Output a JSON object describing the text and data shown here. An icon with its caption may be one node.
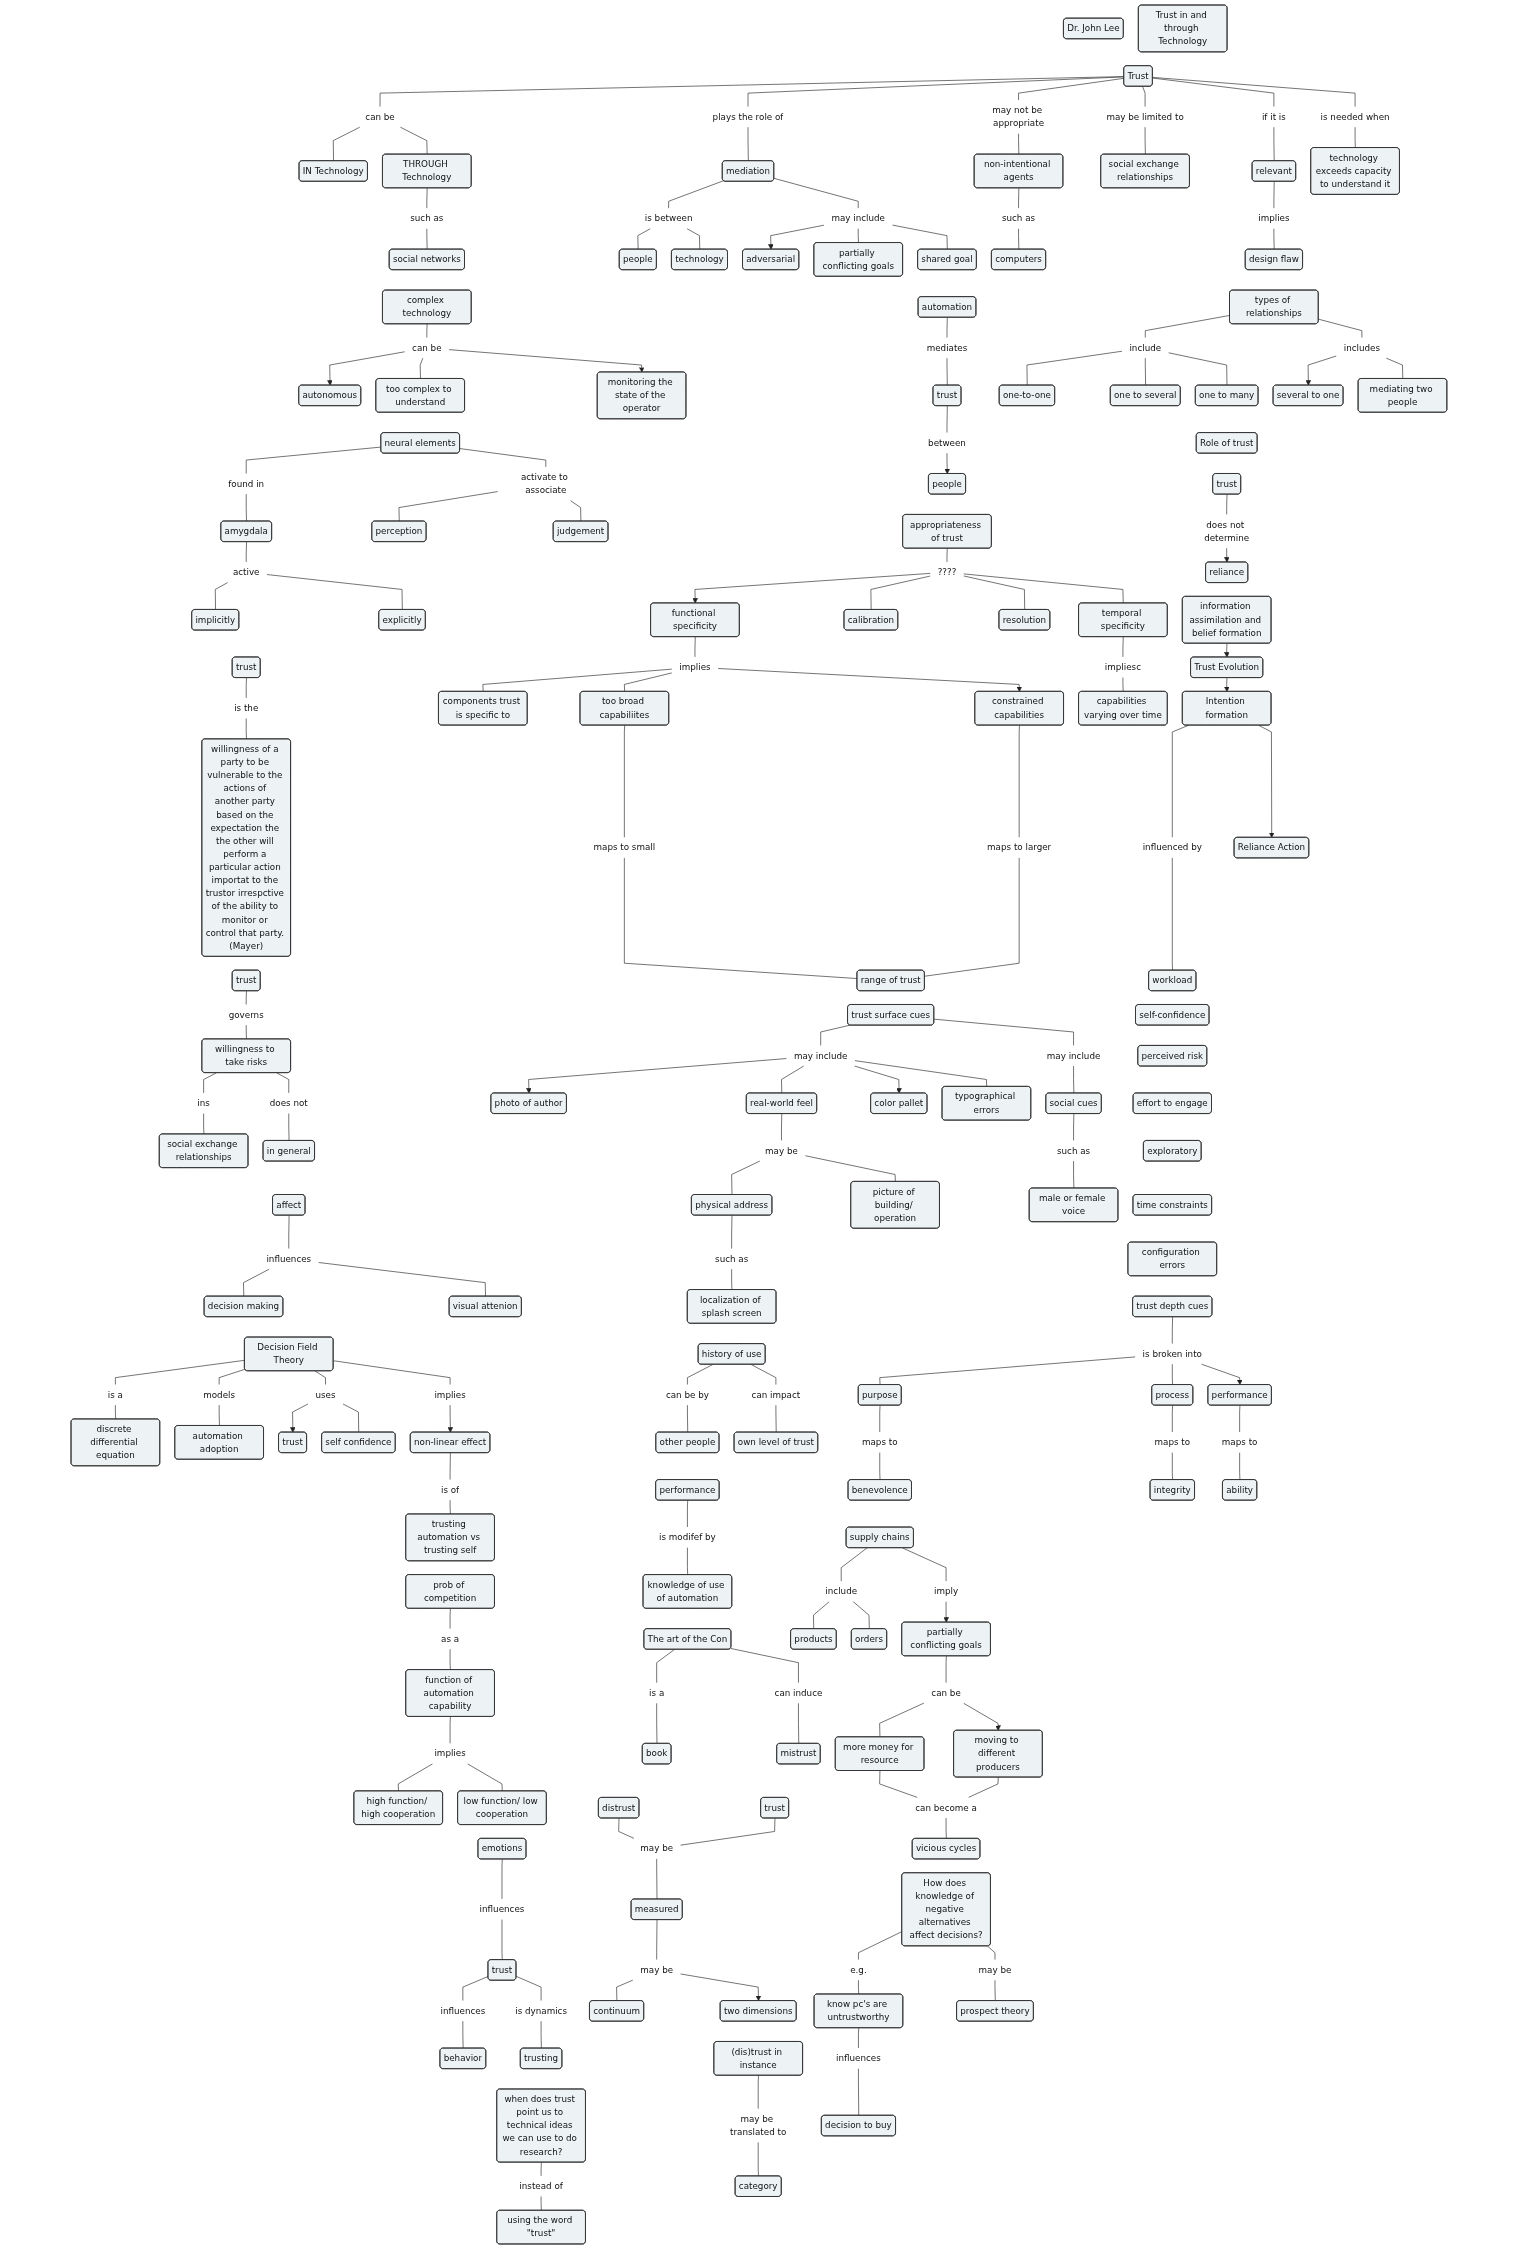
{
  "diagram": {
    "nodes": [
      {
        "text": [
          "Dr. John Lee"
        ]
      },
      {
        "text": [
          "Trust in and through Technology"
        ]
      },
      {
        "text": [
          "Trust"
        ]
      },
      {
        "text": [
          "can be"
        ]
      },
      {
        "text": [
          "plays the role of"
        ]
      },
      {
        "text": [
          "may not be appropriate"
        ]
      },
      {
        "text": [
          "may be limited to"
        ]
      },
      {
        "text": [
          "if it is"
        ]
      },
      {
        "text": [
          "is needed when"
        ]
      },
      {
        "text": [
          "IN Technology"
        ]
      },
      {
        "text": [
          "THROUGH Technology"
        ]
      },
      {
        "text": [
          "mediation"
        ]
      },
      {
        "text": [
          "non-intentional agents"
        ]
      },
      {
        "text": [
          "social exchange relationships"
        ]
      },
      {
        "text": [
          "relevant"
        ]
      },
      {
        "text": [
          "technology exceeds capacity to understand it"
        ]
      },
      {
        "text": [
          "such as"
        ]
      },
      {
        "text": [
          "is between"
        ]
      },
      {
        "text": [
          "may include"
        ]
      },
      {
        "text": [
          "such as"
        ]
      },
      {
        "text": [
          "implies"
        ]
      },
      {
        "text": [
          "social networks"
        ]
      },
      {
        "text": [
          "people"
        ]
      },
      {
        "text": [
          "technology"
        ]
      },
      {
        "text": [
          "adversarial"
        ]
      },
      {
        "text": [
          "partially conflicting goals"
        ]
      },
      {
        "text": [
          "shared goal"
        ]
      },
      {
        "text": [
          "computers"
        ]
      },
      {
        "text": [
          "design flaw"
        ]
      },
      {
        "text": [
          "complex technology"
        ]
      },
      {
        "text": [
          "can be"
        ]
      },
      {
        "text": [
          "autonomous"
        ]
      },
      {
        "text": [
          "too complex to understand"
        ]
      },
      {
        "text": [
          "monitoring the state of the operator"
        ]
      },
      {
        "text": [
          "automation"
        ]
      },
      {
        "text": [
          "mediates"
        ]
      },
      {
        "text": [
          "trust"
        ]
      },
      {
        "text": [
          "between"
        ]
      },
      {
        "text": [
          "people"
        ]
      },
      {
        "text": [
          "types of relationships"
        ]
      },
      {
        "text": [
          "include"
        ]
      },
      {
        "text": [
          "includes"
        ]
      },
      {
        "text": [
          "one-to-one"
        ]
      },
      {
        "text": [
          "one to several"
        ]
      },
      {
        "text": [
          "one to many"
        ]
      },
      {
        "text": [
          "several to one"
        ]
      },
      {
        "text": [
          "mediating two people"
        ]
      },
      {
        "text": [
          "trust"
        ]
      },
      {
        "text": [
          "is the"
        ]
      },
      {
        "text": [
          "willingness of a party to be vulnerable to the actions of another party based on the expectation the the other will perform a particular action importat to the trustor irrespctive of the ability to monitor or control that party. (Mayer)"
        ]
      },
      {
        "text": [
          "Role of trust"
        ]
      },
      {
        "text": [
          "trust"
        ]
      },
      {
        "text": [
          "does not determine"
        ]
      },
      {
        "text": [
          "reliance"
        ]
      },
      {
        "text": [
          "information assimilation and belief formation"
        ]
      },
      {
        "text": [
          "Trust Evolution"
        ]
      },
      {
        "text": [
          "Intention formation"
        ]
      },
      {
        "text": [
          "Reliance Action"
        ]
      },
      {
        "text": [
          "influenced by"
        ]
      },
      {
        "text": [
          "workload"
        ]
      },
      {
        "text": [
          "self-confidence"
        ]
      },
      {
        "text": [
          "perceived risk"
        ]
      },
      {
        "text": [
          "effort to engage"
        ]
      },
      {
        "text": [
          "exploratory"
        ]
      },
      {
        "text": [
          "time constraints"
        ]
      },
      {
        "text": [
          "configuration errors"
        ]
      },
      {
        "text": [
          "neural elements"
        ]
      },
      {
        "text": [
          "found in"
        ]
      },
      {
        "text": [
          "activate to associate"
        ]
      },
      {
        "text": [
          "amygdala"
        ]
      },
      {
        "text": [
          "perception"
        ]
      },
      {
        "text": [
          "judgement"
        ]
      },
      {
        "text": [
          "active"
        ]
      },
      {
        "text": [
          "implicitly"
        ]
      },
      {
        "text": [
          "explicitly"
        ]
      },
      {
        "text": [
          "appropriateness of trust"
        ]
      },
      {
        "text": [
          "????"
        ]
      },
      {
        "text": [
          "functional specificity"
        ]
      },
      {
        "text": [
          "calibration"
        ]
      },
      {
        "text": [
          "resolution"
        ]
      },
      {
        "text": [
          "temporal specificity"
        ]
      },
      {
        "text": [
          "implies"
        ]
      },
      {
        "text": [
          "impliesc"
        ]
      },
      {
        "text": [
          "components trust is specific to"
        ]
      },
      {
        "text": [
          "too broad capabiliites"
        ]
      },
      {
        "text": [
          "constrained capabilities"
        ]
      },
      {
        "text": [
          "capabilities varying over time"
        ]
      },
      {
        "text": [
          "maps to small"
        ]
      },
      {
        "text": [
          "maps to larger"
        ]
      },
      {
        "text": [
          "range of trust"
        ]
      },
      {
        "text": [
          "trust depth cues"
        ]
      },
      {
        "text": [
          "is broken into"
        ]
      },
      {
        "text": [
          "purpose"
        ]
      },
      {
        "text": [
          "process"
        ]
      },
      {
        "text": [
          "performance"
        ]
      },
      {
        "text": [
          "maps to"
        ]
      },
      {
        "text": [
          "maps to"
        ]
      },
      {
        "text": [
          "maps to"
        ]
      },
      {
        "text": [
          "benevolence"
        ]
      },
      {
        "text": [
          "integrity"
        ]
      },
      {
        "text": [
          "ability"
        ]
      },
      {
        "text": [
          "trust"
        ]
      },
      {
        "text": [
          "governs"
        ]
      },
      {
        "text": [
          "willingness to take risks"
        ]
      },
      {
        "text": [
          "ins"
        ]
      },
      {
        "text": [
          "does not"
        ]
      },
      {
        "text": [
          "social exchange relationships"
        ]
      },
      {
        "text": [
          "in general"
        ]
      },
      {
        "text": [
          "affect"
        ]
      },
      {
        "text": [
          "influences"
        ]
      },
      {
        "text": [
          "decision making"
        ]
      },
      {
        "text": [
          "visual attenion"
        ]
      },
      {
        "text": [
          "trust surface cues"
        ]
      },
      {
        "text": [
          "may include"
        ]
      },
      {
        "text": [
          "may include"
        ]
      },
      {
        "text": [
          "photo of author"
        ]
      },
      {
        "text": [
          "real-world feel"
        ]
      },
      {
        "text": [
          "color pallet"
        ]
      },
      {
        "text": [
          "typographical errors"
        ]
      },
      {
        "text": [
          "social cues"
        ]
      },
      {
        "text": [
          "may be"
        ]
      },
      {
        "text": [
          "such as"
        ]
      },
      {
        "text": [
          "physical address"
        ]
      },
      {
        "text": [
          "picture of building/ operation"
        ]
      },
      {
        "text": [
          "male or female voice"
        ]
      },
      {
        "text": [
          "such as"
        ]
      },
      {
        "text": [
          "localization of splash screen"
        ]
      },
      {
        "text": [
          "Decision Field Theory"
        ]
      },
      {
        "text": [
          "is a"
        ]
      },
      {
        "text": [
          "models"
        ]
      },
      {
        "text": [
          "uses"
        ]
      },
      {
        "text": [
          "implies"
        ]
      },
      {
        "text": [
          "discrete differential equation"
        ]
      },
      {
        "text": [
          "automation adoption"
        ]
      },
      {
        "text": [
          "trust"
        ]
      },
      {
        "text": [
          "self confidence"
        ]
      },
      {
        "text": [
          "non-linear effect"
        ]
      },
      {
        "text": [
          "is of"
        ]
      },
      {
        "text": [
          "trusting automation vs trusting self"
        ]
      },
      {
        "text": [
          "supply chains"
        ]
      },
      {
        "text": [
          "include"
        ]
      },
      {
        "text": [
          "imply"
        ]
      },
      {
        "text": [
          "products"
        ]
      },
      {
        "text": [
          "orders"
        ]
      },
      {
        "text": [
          "partially conflicting goals"
        ]
      },
      {
        "text": [
          "can be"
        ]
      },
      {
        "text": [
          "more money for resource"
        ]
      },
      {
        "text": [
          "moving to different producers"
        ]
      },
      {
        "text": [
          "can become a"
        ]
      },
      {
        "text": [
          "vicious cycles"
        ]
      },
      {
        "text": [
          "prob of competition"
        ]
      },
      {
        "text": [
          "as a"
        ]
      },
      {
        "text": [
          "function of automation capability"
        ]
      },
      {
        "text": [
          "implies"
        ]
      },
      {
        "text": [
          "high function/ high cooperation"
        ]
      },
      {
        "text": [
          "low function/ low cooperation"
        ]
      },
      {
        "text": [
          "history of use"
        ]
      },
      {
        "text": [
          "can be by"
        ]
      },
      {
        "text": [
          "can impact"
        ]
      },
      {
        "text": [
          "other people"
        ]
      },
      {
        "text": [
          "own level of trust"
        ]
      },
      {
        "text": [
          "performance"
        ]
      },
      {
        "text": [
          "is modifef by"
        ]
      },
      {
        "text": [
          "knowledge of use of automation"
        ]
      },
      {
        "text": [
          "How does knowledge of negative alternatives affect decisions?"
        ]
      },
      {
        "text": [
          "e.g."
        ]
      },
      {
        "text": [
          "may be"
        ]
      },
      {
        "text": [
          "know pc's are untrustworthy"
        ]
      },
      {
        "text": [
          "prospect theory"
        ]
      },
      {
        "text": [
          "influences"
        ]
      },
      {
        "text": [
          "decision to buy"
        ]
      },
      {
        "text": [
          "The art of the Con"
        ]
      },
      {
        "text": [
          "is a"
        ]
      },
      {
        "text": [
          "can induce"
        ]
      },
      {
        "text": [
          "book"
        ]
      },
      {
        "text": [
          "mistrust"
        ]
      },
      {
        "text": [
          "emotions"
        ]
      },
      {
        "text": [
          "influences"
        ]
      },
      {
        "text": [
          "trust"
        ]
      },
      {
        "text": [
          "influences"
        ]
      },
      {
        "text": [
          "is dynamics"
        ]
      },
      {
        "text": [
          "behavior"
        ]
      },
      {
        "text": [
          "trusting"
        ]
      },
      {
        "text": [
          "when does trust point us to technical ideas we can use to do research?"
        ]
      },
      {
        "text": [
          "instead of"
        ]
      },
      {
        "text": [
          "using the word \"trust\""
        ]
      },
      {
        "text": [
          "distrust"
        ]
      },
      {
        "text": [
          "trust"
        ]
      },
      {
        "text": [
          "may be"
        ]
      },
      {
        "text": [
          "measured"
        ]
      },
      {
        "text": [
          "may be"
        ]
      },
      {
        "text": [
          "continuum"
        ]
      },
      {
        "text": [
          "two dimensions"
        ]
      },
      {
        "text": [
          "(dis)trust in instance"
        ]
      },
      {
        "text": [
          "may be translated to"
        ]
      },
      {
        "text": [
          "category"
        ]
      }
    ],
    "edges": [
      {
        "from": 2,
        "to": 3,
        "arrow": "none"
      },
      {
        "from": 3,
        "to": 9,
        "arrow": "none"
      },
      {
        "from": 3,
        "to": 10,
        "arrow": "none"
      },
      {
        "from": 2,
        "to": 4,
        "arrow": "none"
      },
      {
        "from": 4,
        "to": 11,
        "arrow": "none"
      },
      {
        "from": 2,
        "to": 5,
        "arrow": "none"
      },
      {
        "from": 5,
        "to": 12,
        "arrow": "none"
      },
      {
        "from": 2,
        "to": 6,
        "arrow": "none"
      },
      {
        "from": 6,
        "to": 13,
        "arrow": "none"
      },
      {
        "from": 2,
        "to": 7,
        "arrow": "none"
      },
      {
        "from": 7,
        "to": 14,
        "arrow": "none"
      },
      {
        "from": 2,
        "to": 8,
        "arrow": "none"
      },
      {
        "from": 8,
        "to": 15,
        "arrow": "none"
      },
      {
        "from": 10,
        "to": 16,
        "arrow": "none"
      },
      {
        "from": 16,
        "to": 21,
        "arrow": "none"
      },
      {
        "from": 11,
        "to": 17,
        "arrow": "none"
      },
      {
        "from": 17,
        "to": 22,
        "arrow": "none"
      },
      {
        "from": 17,
        "to": 23,
        "arrow": "none"
      },
      {
        "from": 11,
        "to": 18,
        "arrow": "none"
      },
      {
        "from": 18,
        "to": 24,
        "arrow": "to"
      },
      {
        "from": 18,
        "to": 25,
        "arrow": "none"
      },
      {
        "from": 18,
        "to": 26,
        "arrow": "none"
      },
      {
        "from": 12,
        "to": 19,
        "arrow": "none"
      },
      {
        "from": 19,
        "to": 27,
        "arrow": "none"
      },
      {
        "from": 14,
        "to": 20,
        "arrow": "none"
      },
      {
        "from": 20,
        "to": 28,
        "arrow": "none"
      },
      {
        "from": 29,
        "to": 30,
        "arrow": "none"
      },
      {
        "from": 30,
        "to": 31,
        "arrow": "to"
      },
      {
        "from": 30,
        "to": 32,
        "arrow": "none"
      },
      {
        "from": 30,
        "to": 33,
        "arrow": "to"
      },
      {
        "from": 34,
        "to": 35,
        "arrow": "none"
      },
      {
        "from": 35,
        "to": 36,
        "arrow": "none"
      },
      {
        "from": 36,
        "to": 37,
        "arrow": "none"
      },
      {
        "from": 37,
        "to": 38,
        "arrow": "to"
      },
      {
        "from": 39,
        "to": 40,
        "arrow": "none"
      },
      {
        "from": 40,
        "to": 42,
        "arrow": "none"
      },
      {
        "from": 40,
        "to": 43,
        "arrow": "none"
      },
      {
        "from": 40,
        "to": 44,
        "arrow": "none"
      },
      {
        "from": 39,
        "to": 41,
        "arrow": "none"
      },
      {
        "from": 41,
        "to": 45,
        "arrow": "to"
      },
      {
        "from": 41,
        "to": 46,
        "arrow": "none"
      },
      {
        "from": 47,
        "to": 48,
        "arrow": "none"
      },
      {
        "from": 48,
        "to": 49,
        "arrow": "none"
      },
      {
        "from": 51,
        "to": 52,
        "arrow": "none"
      },
      {
        "from": 52,
        "to": 53,
        "arrow": "to"
      },
      {
        "from": 54,
        "to": 55,
        "arrow": "to"
      },
      {
        "from": 55,
        "to": 56,
        "arrow": "to"
      },
      {
        "from": 56,
        "to": 58,
        "arrow": "none"
      },
      {
        "from": 58,
        "to": 59,
        "arrow": "none"
      },
      {
        "from": 56,
        "to": 57,
        "arrow": "to"
      },
      {
        "from": 66,
        "to": 67,
        "arrow": "none"
      },
      {
        "from": 67,
        "to": 69,
        "arrow": "none"
      },
      {
        "from": 66,
        "to": 68,
        "arrow": "none"
      },
      {
        "from": 68,
        "to": 70,
        "arrow": "none"
      },
      {
        "from": 68,
        "to": 71,
        "arrow": "none"
      },
      {
        "from": 69,
        "to": 72,
        "arrow": "none"
      },
      {
        "from": 72,
        "to": 73,
        "arrow": "none"
      },
      {
        "from": 72,
        "to": 74,
        "arrow": "none"
      },
      {
        "from": 75,
        "to": 76,
        "arrow": "none"
      },
      {
        "from": 76,
        "to": 77,
        "arrow": "to"
      },
      {
        "from": 76,
        "to": 78,
        "arrow": "none"
      },
      {
        "from": 76,
        "to": 79,
        "arrow": "none"
      },
      {
        "from": 76,
        "to": 80,
        "arrow": "none"
      },
      {
        "from": 77,
        "to": 81,
        "arrow": "none"
      },
      {
        "from": 81,
        "to": 83,
        "arrow": "none"
      },
      {
        "from": 81,
        "to": 84,
        "arrow": "none"
      },
      {
        "from": 81,
        "to": 85,
        "arrow": "to"
      },
      {
        "from": 80,
        "to": 82,
        "arrow": "none"
      },
      {
        "from": 82,
        "to": 86,
        "arrow": "none"
      },
      {
        "from": 84,
        "to": 87,
        "arrow": "none"
      },
      {
        "from": 87,
        "to": 89,
        "arrow": "none"
      },
      {
        "from": 85,
        "to": 88,
        "arrow": "none"
      },
      {
        "from": 88,
        "to": 89,
        "arrow": "none"
      },
      {
        "from": 90,
        "to": 91,
        "arrow": "none"
      },
      {
        "from": 91,
        "to": 92,
        "arrow": "none"
      },
      {
        "from": 91,
        "to": 93,
        "arrow": "none"
      },
      {
        "from": 91,
        "to": 94,
        "arrow": "to"
      },
      {
        "from": 92,
        "to": 95,
        "arrow": "none"
      },
      {
        "from": 95,
        "to": 98,
        "arrow": "none"
      },
      {
        "from": 93,
        "to": 96,
        "arrow": "none"
      },
      {
        "from": 96,
        "to": 99,
        "arrow": "none"
      },
      {
        "from": 94,
        "to": 97,
        "arrow": "none"
      },
      {
        "from": 97,
        "to": 100,
        "arrow": "none"
      },
      {
        "from": 101,
        "to": 102,
        "arrow": "none"
      },
      {
        "from": 102,
        "to": 103,
        "arrow": "none"
      },
      {
        "from": 103,
        "to": 104,
        "arrow": "none"
      },
      {
        "from": 104,
        "to": 106,
        "arrow": "none"
      },
      {
        "from": 103,
        "to": 105,
        "arrow": "none"
      },
      {
        "from": 105,
        "to": 107,
        "arrow": "none"
      },
      {
        "from": 108,
        "to": 109,
        "arrow": "none"
      },
      {
        "from": 109,
        "to": 110,
        "arrow": "none"
      },
      {
        "from": 109,
        "to": 111,
        "arrow": "none"
      },
      {
        "from": 112,
        "to": 113,
        "arrow": "none"
      },
      {
        "from": 113,
        "to": 115,
        "arrow": "to"
      },
      {
        "from": 113,
        "to": 116,
        "arrow": "none"
      },
      {
        "from": 113,
        "to": 117,
        "arrow": "to"
      },
      {
        "from": 113,
        "to": 118,
        "arrow": "none"
      },
      {
        "from": 112,
        "to": 114,
        "arrow": "none"
      },
      {
        "from": 114,
        "to": 119,
        "arrow": "none"
      },
      {
        "from": 116,
        "to": 120,
        "arrow": "none"
      },
      {
        "from": 120,
        "to": 122,
        "arrow": "none"
      },
      {
        "from": 120,
        "to": 123,
        "arrow": "none"
      },
      {
        "from": 119,
        "to": 121,
        "arrow": "none"
      },
      {
        "from": 121,
        "to": 124,
        "arrow": "none"
      },
      {
        "from": 122,
        "to": 125,
        "arrow": "none"
      },
      {
        "from": 125,
        "to": 126,
        "arrow": "none"
      },
      {
        "from": 127,
        "to": 128,
        "arrow": "none"
      },
      {
        "from": 128,
        "to": 132,
        "arrow": "none"
      },
      {
        "from": 127,
        "to": 129,
        "arrow": "none"
      },
      {
        "from": 129,
        "to": 133,
        "arrow": "none"
      },
      {
        "from": 127,
        "to": 130,
        "arrow": "none"
      },
      {
        "from": 130,
        "to": 134,
        "arrow": "to"
      },
      {
        "from": 130,
        "to": 135,
        "arrow": "none"
      },
      {
        "from": 127,
        "to": 131,
        "arrow": "none"
      },
      {
        "from": 131,
        "to": 136,
        "arrow": "to"
      },
      {
        "from": 136,
        "to": 137,
        "arrow": "none"
      },
      {
        "from": 137,
        "to": 138,
        "arrow": "none"
      },
      {
        "from": 139,
        "to": 140,
        "arrow": "none"
      },
      {
        "from": 140,
        "to": 142,
        "arrow": "none"
      },
      {
        "from": 140,
        "to": 143,
        "arrow": "none"
      },
      {
        "from": 139,
        "to": 141,
        "arrow": "none"
      },
      {
        "from": 141,
        "to": 144,
        "arrow": "to"
      },
      {
        "from": 144,
        "to": 145,
        "arrow": "none"
      },
      {
        "from": 145,
        "to": 146,
        "arrow": "none"
      },
      {
        "from": 145,
        "to": 147,
        "arrow": "to"
      },
      {
        "from": 146,
        "to": 148,
        "arrow": "none"
      },
      {
        "from": 147,
        "to": 148,
        "arrow": "none"
      },
      {
        "from": 148,
        "to": 149,
        "arrow": "none"
      },
      {
        "from": 150,
        "to": 151,
        "arrow": "none"
      },
      {
        "from": 151,
        "to": 152,
        "arrow": "none"
      },
      {
        "from": 152,
        "to": 153,
        "arrow": "none"
      },
      {
        "from": 153,
        "to": 154,
        "arrow": "none"
      },
      {
        "from": 153,
        "to": 155,
        "arrow": "none"
      },
      {
        "from": 156,
        "to": 157,
        "arrow": "none"
      },
      {
        "from": 157,
        "to": 159,
        "arrow": "none"
      },
      {
        "from": 156,
        "to": 158,
        "arrow": "none"
      },
      {
        "from": 158,
        "to": 160,
        "arrow": "none"
      },
      {
        "from": 161,
        "to": 162,
        "arrow": "none"
      },
      {
        "from": 162,
        "to": 163,
        "arrow": "none"
      },
      {
        "from": 164,
        "to": 165,
        "arrow": "none"
      },
      {
        "from": 165,
        "to": 167,
        "arrow": "none"
      },
      {
        "from": 164,
        "to": 166,
        "arrow": "none"
      },
      {
        "from": 166,
        "to": 168,
        "arrow": "none"
      },
      {
        "from": 167,
        "to": 169,
        "arrow": "none"
      },
      {
        "from": 169,
        "to": 170,
        "arrow": "none"
      },
      {
        "from": 171,
        "to": 172,
        "arrow": "none"
      },
      {
        "from": 172,
        "to": 174,
        "arrow": "none"
      },
      {
        "from": 171,
        "to": 173,
        "arrow": "none"
      },
      {
        "from": 173,
        "to": 175,
        "arrow": "none"
      },
      {
        "from": 176,
        "to": 177,
        "arrow": "none"
      },
      {
        "from": 177,
        "to": 178,
        "arrow": "none"
      },
      {
        "from": 178,
        "to": 179,
        "arrow": "none"
      },
      {
        "from": 179,
        "to": 181,
        "arrow": "none"
      },
      {
        "from": 178,
        "to": 180,
        "arrow": "none"
      },
      {
        "from": 180,
        "to": 182,
        "arrow": "none"
      },
      {
        "from": 183,
        "to": 184,
        "arrow": "none"
      },
      {
        "from": 184,
        "to": 185,
        "arrow": "none"
      },
      {
        "from": 186,
        "to": 188,
        "arrow": "none"
      },
      {
        "from": 187,
        "to": 188,
        "arrow": "none"
      },
      {
        "from": 188,
        "to": 189,
        "arrow": "none"
      },
      {
        "from": 189,
        "to": 190,
        "arrow": "none"
      },
      {
        "from": 190,
        "to": 191,
        "arrow": "none"
      },
      {
        "from": 190,
        "to": 192,
        "arrow": "to"
      },
      {
        "from": 193,
        "to": 194,
        "arrow": "none"
      },
      {
        "from": 194,
        "to": 195,
        "arrow": "none"
      }
    ]
  }
}
